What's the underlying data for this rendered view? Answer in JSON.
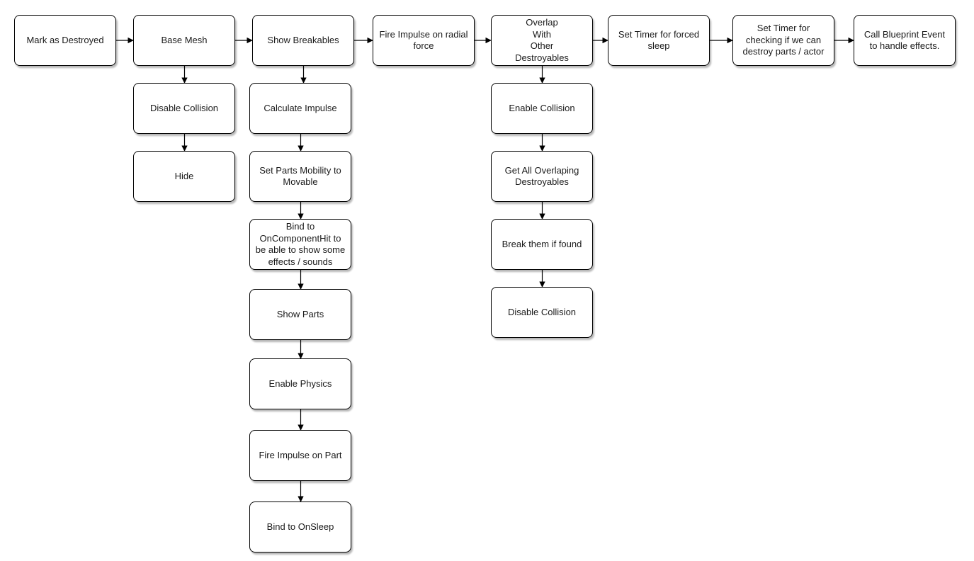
{
  "diagram": {
    "stroke_color": "#000000",
    "node_fill": "#ffffff",
    "nodes": [
      {
        "id": "mark",
        "label": "Mark as Destroyed"
      },
      {
        "id": "base",
        "label": "Base Mesh"
      },
      {
        "id": "show_breakables",
        "label": "Show Breakables"
      },
      {
        "id": "fire_radial",
        "label": "Fire Impulse on radial\nforce"
      },
      {
        "id": "overlap",
        "label": "Overlap\nWith\nOther\nDestroyables"
      },
      {
        "id": "timer_sleep",
        "label": "Set Timer for forced\nsleep"
      },
      {
        "id": "timer_check",
        "label": "Set Timer for\nchecking if we can\ndestroy parts / actor"
      },
      {
        "id": "blueprint",
        "label": "Call Blueprint Event\nto handle effects."
      },
      {
        "id": "disable_coll_1",
        "label": "Disable Collision"
      },
      {
        "id": "hide",
        "label": "Hide"
      },
      {
        "id": "calc_impulse",
        "label": "Calculate Impulse"
      },
      {
        "id": "set_mobility",
        "label": "Set Parts Mobility to\nMovable"
      },
      {
        "id": "bind_hit",
        "label": "Bind to\nOnComponentHit to\nbe able to show some\neffects / sounds"
      },
      {
        "id": "show_parts",
        "label": "Show Parts"
      },
      {
        "id": "enable_physics",
        "label": "Enable Physics"
      },
      {
        "id": "fire_part",
        "label": "Fire Impulse on Part"
      },
      {
        "id": "bind_sleep",
        "label": "Bind to OnSleep"
      },
      {
        "id": "enable_coll",
        "label": "Enable Collision"
      },
      {
        "id": "get_overlap",
        "label": "Get All Overlaping\nDestroyables"
      },
      {
        "id": "break_found",
        "label": "Break them if found"
      },
      {
        "id": "disable_coll_2",
        "label": "Disable Collision"
      }
    ],
    "edges": [
      {
        "from": "mark",
        "to": "base"
      },
      {
        "from": "base",
        "to": "show_breakables"
      },
      {
        "from": "show_breakables",
        "to": "fire_radial"
      },
      {
        "from": "fire_radial",
        "to": "overlap"
      },
      {
        "from": "overlap",
        "to": "timer_sleep"
      },
      {
        "from": "timer_sleep",
        "to": "timer_check"
      },
      {
        "from": "timer_check",
        "to": "blueprint"
      },
      {
        "from": "base",
        "to": "disable_coll_1"
      },
      {
        "from": "disable_coll_1",
        "to": "hide"
      },
      {
        "from": "show_breakables",
        "to": "calc_impulse"
      },
      {
        "from": "calc_impulse",
        "to": "set_mobility"
      },
      {
        "from": "set_mobility",
        "to": "bind_hit"
      },
      {
        "from": "bind_hit",
        "to": "show_parts"
      },
      {
        "from": "show_parts",
        "to": "enable_physics"
      },
      {
        "from": "enable_physics",
        "to": "fire_part"
      },
      {
        "from": "fire_part",
        "to": "bind_sleep"
      },
      {
        "from": "overlap",
        "to": "enable_coll"
      },
      {
        "from": "enable_coll",
        "to": "get_overlap"
      },
      {
        "from": "get_overlap",
        "to": "break_found"
      },
      {
        "from": "break_found",
        "to": "disable_coll_2"
      }
    ]
  }
}
